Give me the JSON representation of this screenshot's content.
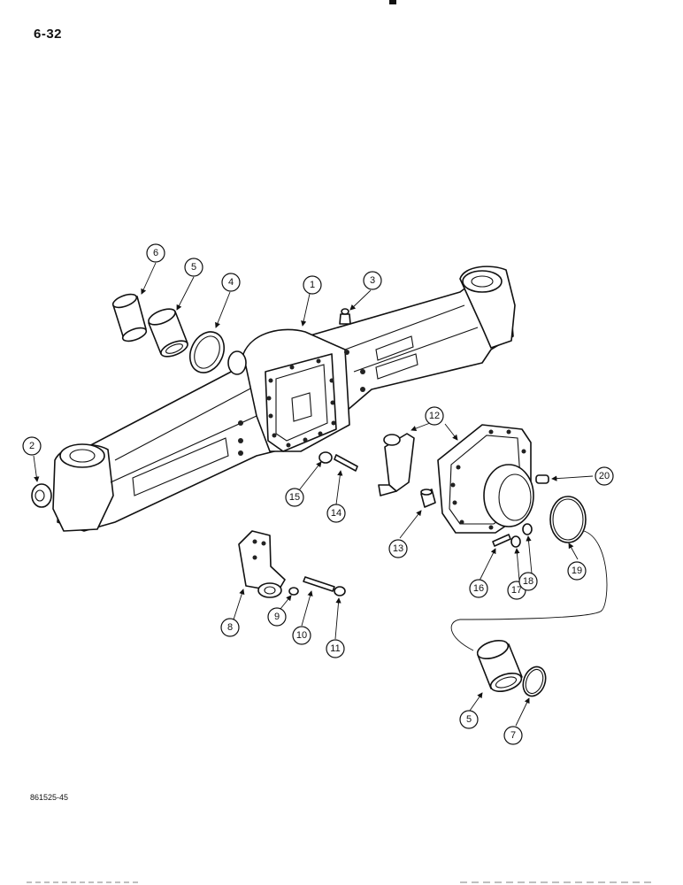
{
  "page_label": "6-32",
  "figure_code": "861525-45",
  "callouts": [
    "1",
    "2",
    "3",
    "4",
    "5",
    "6",
    "7",
    "8",
    "9",
    "10",
    "11",
    "12",
    "13",
    "14",
    "15",
    "16",
    "17",
    "18",
    "19",
    "20",
    "5"
  ]
}
